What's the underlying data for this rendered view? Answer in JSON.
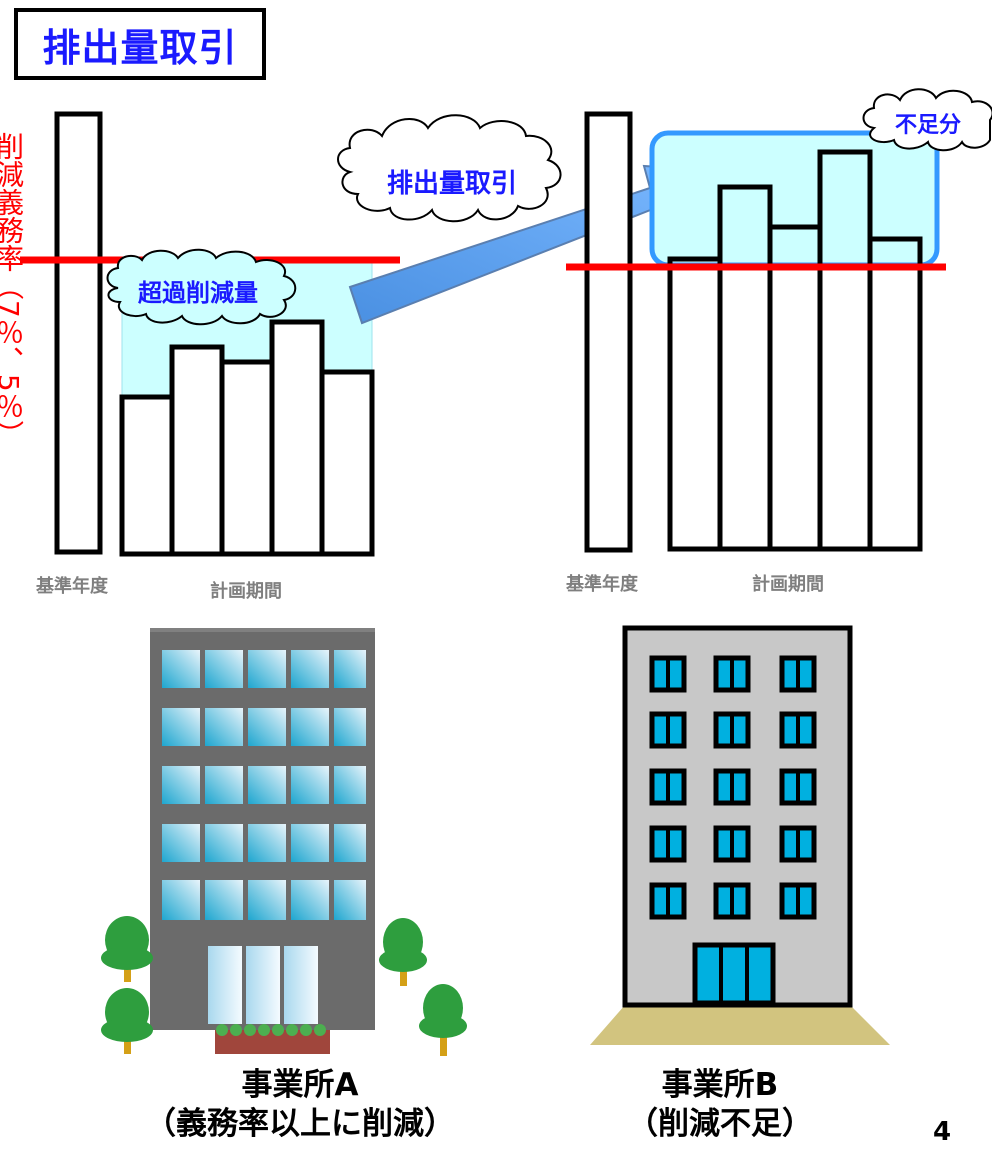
{
  "title": "排出量取引",
  "side_label": "削減義務率（7％、5％）",
  "left_chart": {
    "cloud_label": "超過削減量",
    "x_label_base": "基準年度",
    "x_label_period": "計画期間"
  },
  "arrow_label": "排出量取引",
  "right_chart": {
    "cloud_label": "不足分",
    "x_label_base": "基準年度",
    "x_label_period": "計画期間"
  },
  "office_a": {
    "name": "事業所A",
    "note": "（義務率以上に削減）"
  },
  "office_b": {
    "name": "事業所B",
    "note": "（削減不足）"
  },
  "page_number": "4",
  "colors": {
    "title_text": "#1a1aff",
    "obligation_line": "#ff0000",
    "excess_fill": "#ccffff",
    "shortfall_box": "#3399ff",
    "arrow": "#66aaff",
    "axis_label": "#7f7f7f"
  }
}
